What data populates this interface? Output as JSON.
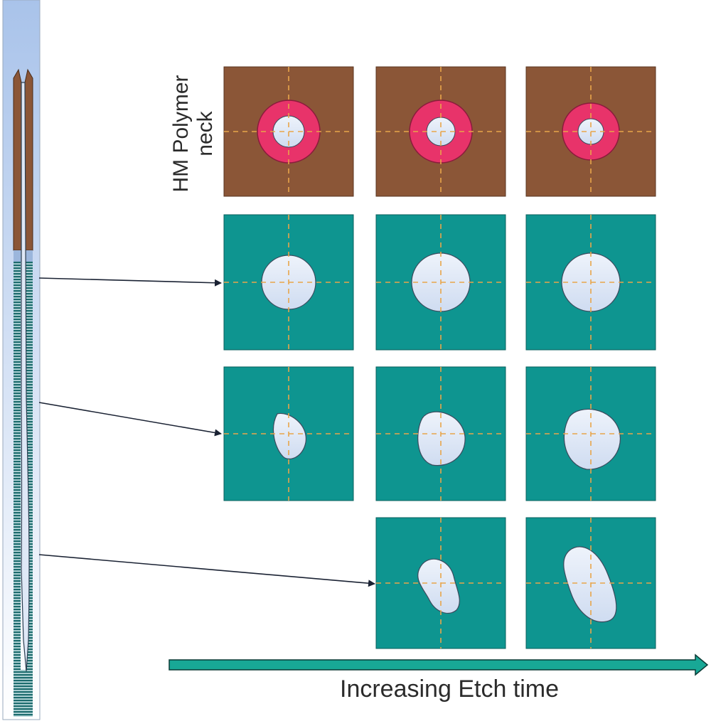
{
  "row_label": {
    "line1": "HM Polymer",
    "line2": "neck"
  },
  "axis": {
    "caption": "Increasing Etch time"
  },
  "colors": {
    "hardmask": "#8b5637",
    "oxide": "#0e9590",
    "polymer_ring": "#e8336a",
    "hole": "#dfe8f6",
    "guide_line": "#e8a54a",
    "arrow": "#18a896",
    "column_bg_top": "#a9c3ea",
    "column_bg_bottom": "#ffffff"
  }
}
